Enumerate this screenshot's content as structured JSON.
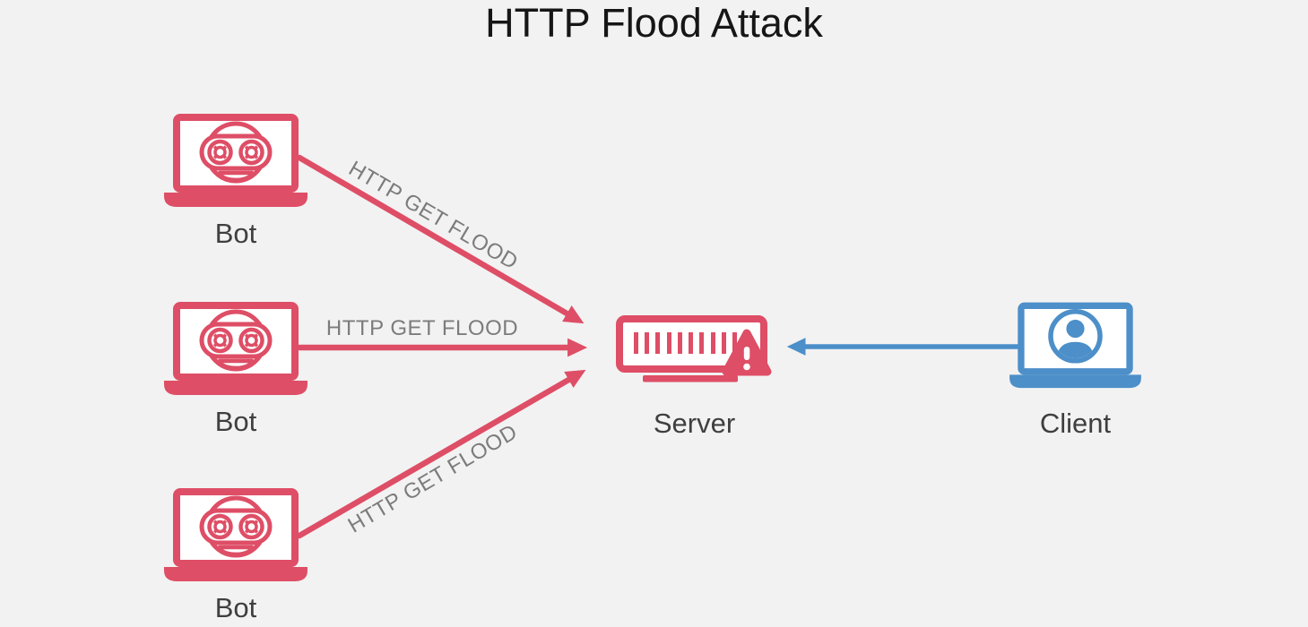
{
  "title": "HTTP Flood Attack",
  "colors": {
    "background": "#F2F2F2",
    "attack_red": "#DE4E66",
    "client_blue": "#4C8FC9",
    "title_text": "#161616",
    "node_label_text": "#3F3F3F",
    "edge_label_text": "#7C7C7C"
  },
  "nodes": {
    "bots": [
      {
        "label": "Bot"
      },
      {
        "label": "Bot"
      },
      {
        "label": "Bot"
      }
    ],
    "server": {
      "label": "Server"
    },
    "client": {
      "label": "Client"
    }
  },
  "edges": {
    "top": {
      "label": "HTTP GET FLOOD"
    },
    "middle": {
      "label": "HTTP GET FLOOD"
    },
    "bottom": {
      "label": "HTTP GET FLOOD"
    }
  },
  "icons": {
    "bot": "robot-laptop-icon",
    "server": "server-warning-icon",
    "warning": "warning-triangle-icon",
    "client": "user-laptop-icon",
    "attack_arrow": "red-arrow",
    "client_arrow": "blue-arrow"
  }
}
